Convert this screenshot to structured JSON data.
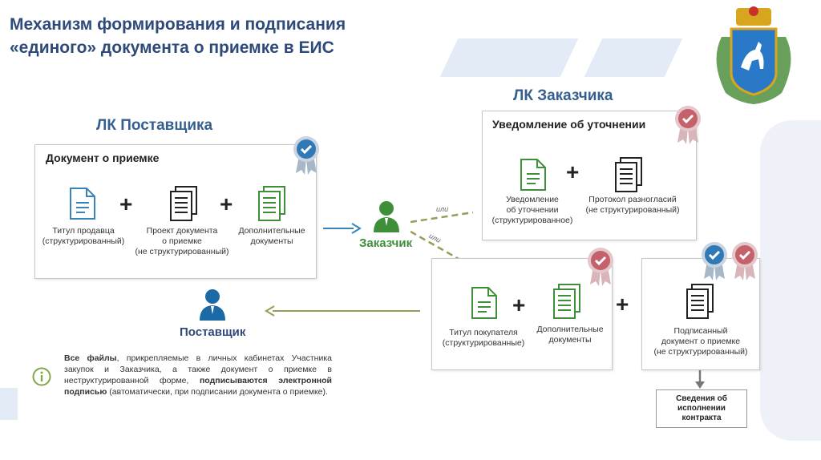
{
  "title": {
    "line1": "Механизм формирования и подписания",
    "line2": "«единого» документа о приемке в ЕИС"
  },
  "supplier_panel": {
    "heading": "ЛК Поставщика",
    "box_title": "Документ о приемке",
    "items": [
      {
        "label_1": "Титул продавца",
        "label_2": "(структурированный)",
        "icon": "single-document-icon"
      },
      {
        "label_1": "Проект документа",
        "label_2": "о приемке",
        "label_3": "(не структурированный)",
        "icon": "document-stack-icon"
      },
      {
        "label_1": "Дополнительные",
        "label_2": "документы",
        "icon": "additional-documents-icon"
      }
    ]
  },
  "customer_panel": {
    "heading": "ЛК Заказчика",
    "box_title": "Уведомление об уточнении",
    "items": [
      {
        "label_1": "Уведомление",
        "label_2": "об уточнении",
        "label_3": "(структурированное)",
        "icon": "single-document-icon"
      },
      {
        "label_1": "Протокол разногласий",
        "label_2": "(не структурированный)",
        "icon": "document-stack-icon"
      }
    ]
  },
  "customer_role": "Заказчик",
  "supplier_role": "Поставщик",
  "or_label_1": "или",
  "or_label_2": "или",
  "buyer_box": {
    "items": [
      {
        "label_1": "Титул покупателя",
        "label_2": "(структурированные)",
        "icon": "single-document-icon"
      },
      {
        "label_1": "Дополнительные",
        "label_2": "документы",
        "icon": "additional-documents-icon"
      }
    ]
  },
  "signed_box": {
    "label_1": "Подписанный",
    "label_2": "документ о приемке",
    "label_3": "(не структурированный)"
  },
  "contract_box": {
    "line1": "Сведения об",
    "line2": "исполнении",
    "line3": "контракта"
  },
  "info_note": {
    "bold_1": "Все файлы",
    "text_1": ", прикрепляемые в личных кабинетах Участника закупок и Заказчика, а также документ о приемке в неструктурированной форме,",
    "bold_2": "подписываются электронной подписью",
    "text_2": " (автоматически, при подписании документа о приемке)."
  },
  "colors": {
    "title": "#2e4a7a",
    "panel_heading": "#355f8e",
    "green": "#3f8f3a",
    "blue_person": "#1b6aa6",
    "seal_blue": "#2f79b6",
    "seal_red": "#c5616b",
    "arrow_blue": "#3a83b8",
    "arrow_olive": "#9a9a5a"
  }
}
